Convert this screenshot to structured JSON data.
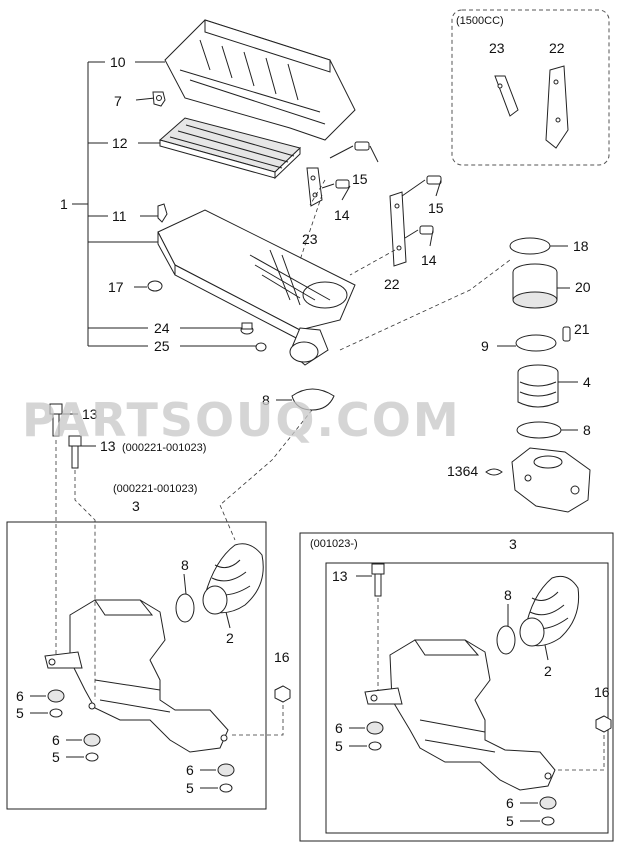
{
  "watermark": "PARTSOUQ.COM",
  "variant_notes": {
    "top_right": "(1500CC)",
    "left_box": "(000221-001023)",
    "right_box": "(001023-)",
    "bolt_13": "(000221-001023)"
  },
  "callouts": {
    "c1": "1",
    "c10": "10",
    "c7": "7",
    "c12": "12",
    "c11": "11",
    "c17": "17",
    "c24": "24",
    "c25": "25",
    "c15a": "15",
    "c14a": "14",
    "c23a": "23",
    "c15b": "15",
    "c14b": "14",
    "c22a": "22",
    "c23b": "23",
    "c22b": "22",
    "c18": "18",
    "c20": "20",
    "c21": "21",
    "c9": "9",
    "c4": "4",
    "c8a": "8",
    "c8b": "8",
    "c1364": "1364",
    "c13a": "13",
    "c13b": "13",
    "c3a": "3",
    "c8c": "8",
    "c2a": "2",
    "c16a": "16",
    "c6a": "6",
    "c5a": "5",
    "c6b": "6",
    "c5b": "5",
    "c6c": "6",
    "c5c": "5",
    "c3b": "3",
    "c13c": "13",
    "c8d": "8",
    "c2b": "2",
    "c16b": "16",
    "c6d": "6",
    "c5d": "5",
    "c6e": "6",
    "c5e": "5"
  }
}
